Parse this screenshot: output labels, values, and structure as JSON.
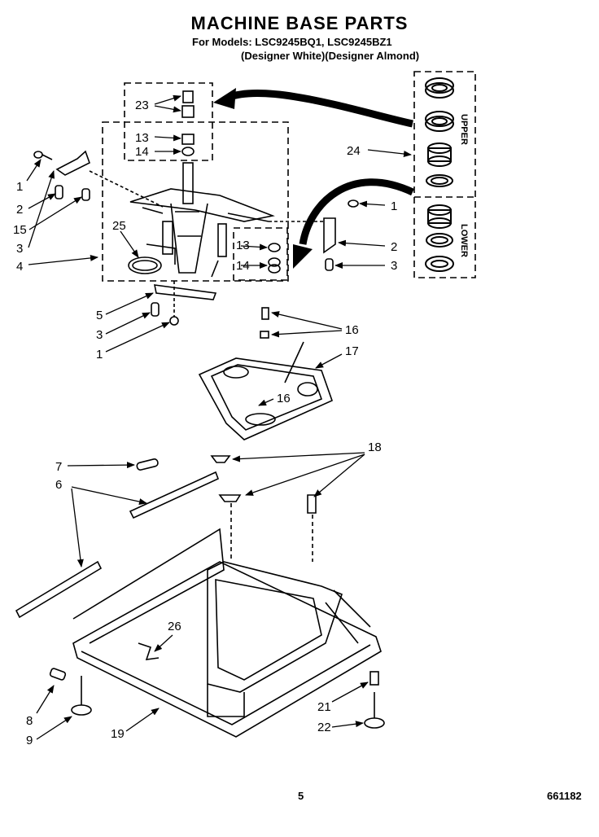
{
  "header": {
    "title": "MACHINE BASE PARTS",
    "models": "For Models: LSC9245BQ1, LSC9245BZ1",
    "variants": "(Designer White)(Designer Almond)"
  },
  "inset": {
    "upper_label": "UPPER",
    "lower_label": "LOWER"
  },
  "callouts": {
    "c23": "23",
    "c13a": "13",
    "c14a": "14",
    "c24": "24",
    "c1a": "1",
    "c2a": "2",
    "c15": "15",
    "c3a": "3",
    "c4": "4",
    "c25": "25",
    "c13b": "13",
    "c14b": "14",
    "c1b": "1",
    "c2b": "2",
    "c3b": "3",
    "c5": "5",
    "c3c": "3",
    "c1c": "1",
    "c16a": "16",
    "c17": "17",
    "c16b": "16",
    "c7": "7",
    "c6": "6",
    "c18": "18",
    "c26": "26",
    "c8": "8",
    "c9": "9",
    "c19": "19",
    "c21": "21",
    "c22": "22"
  },
  "footer": {
    "page": "5",
    "doc": "661182"
  }
}
